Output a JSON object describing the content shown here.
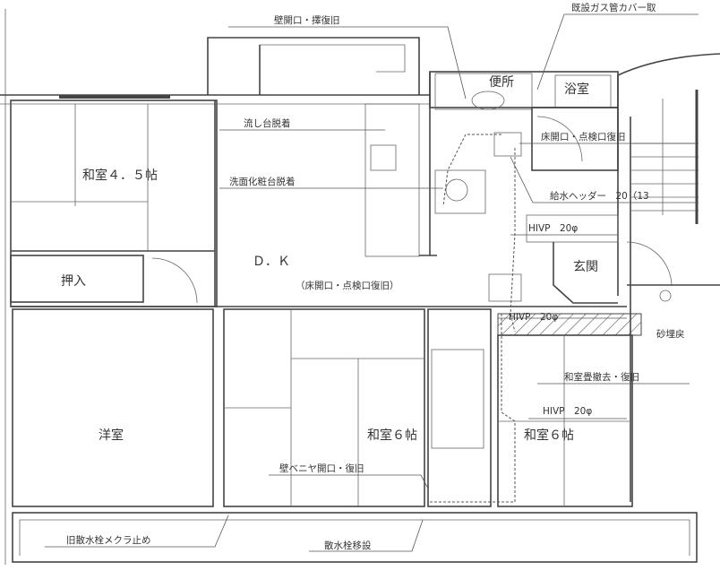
{
  "plan": {
    "rooms": {
      "washitsu_45": "和室４．５帖",
      "oshiire": "押入",
      "dk": "Ｄ．Ｋ",
      "yoshitsu": "洋室",
      "washitsu_6a": "和室６帖",
      "washitsu_6b": "和室６帖",
      "benjo": "便所",
      "yokushitsu": "浴室",
      "genkan": "玄関"
    },
    "notes": {
      "wall_opening": "壁開口・擇復旧",
      "gas_cover": "既設ガス管カバー取",
      "sink": "流し台脱着",
      "vanity": "洗面化粧台脱着",
      "floor_opening_1": "床開口・点検口復旧",
      "header": "給水ヘッダー　20（13",
      "hivp_1": "HIVP　20φ",
      "floor_opening_2": "（床開口・点検口復旧）",
      "hivp_2": "HIVP　20φ",
      "sand": "砂埋戻",
      "tatami": "和室畳撤去・復旧",
      "hivp_3": "HIVP　20φ",
      "plywood": "壁ベニヤ開口・復旧",
      "old_tap": "旧散水栓メクラ止め",
      "tap_move": "散水栓移設"
    }
  }
}
